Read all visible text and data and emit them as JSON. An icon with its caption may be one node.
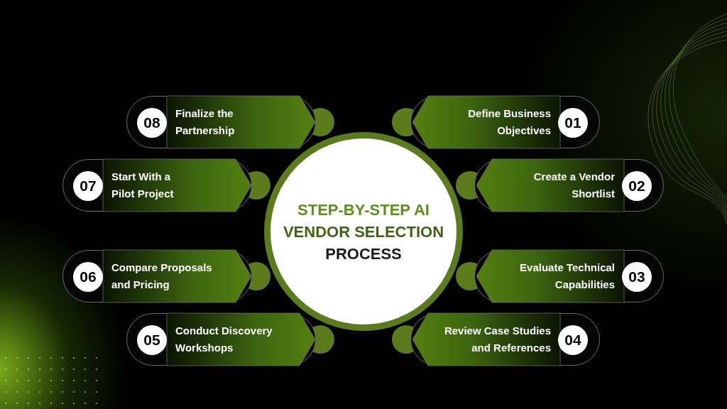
{
  "diagram": {
    "nodes": [
      {
        "text": [
          "08",
          "Finalize the Partnership"
        ]
      },
      {
        "text": [
          "Define Business Objectives",
          "01"
        ]
      },
      {
        "text": [
          "07",
          "Start With a Pilot Project"
        ]
      },
      {
        "text": [
          "Create a Vendor Shortlist",
          "02"
        ]
      },
      {
        "text": [
          "STEP-BY-STEP AI",
          "VENDOR SELECTION",
          "PROCESS"
        ]
      },
      {
        "text": [
          "06",
          "Compare Proposals and Pricing"
        ]
      },
      {
        "text": [
          "Evaluate Technical Capabilities",
          "03"
        ]
      },
      {
        "text": [
          "05",
          "Conduct Discovery Workshops"
        ]
      },
      {
        "text": [
          "Review Case Studies and References",
          "04"
        ]
      }
    ]
  }
}
